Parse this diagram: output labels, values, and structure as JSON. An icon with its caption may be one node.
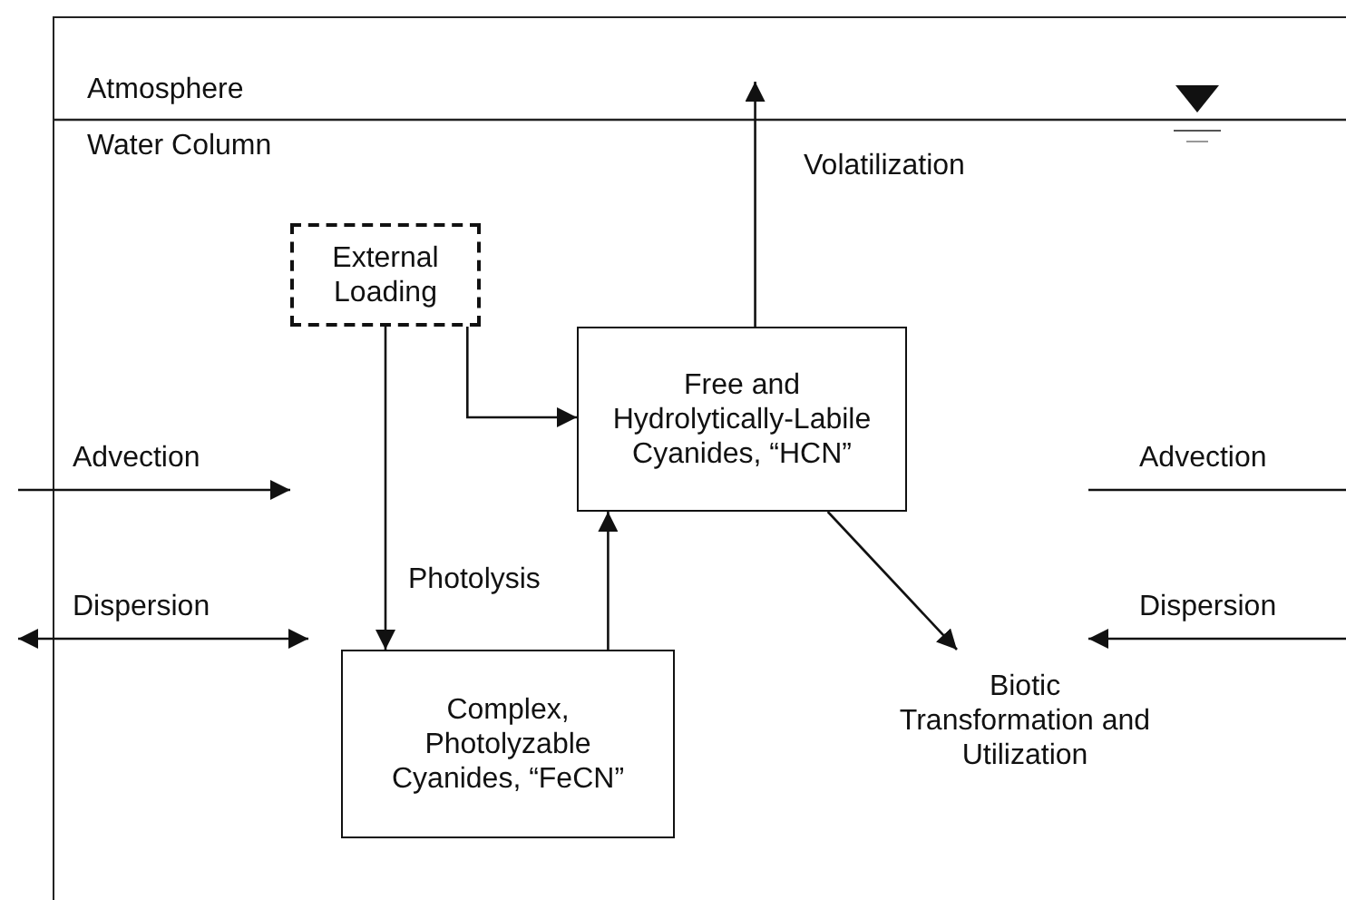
{
  "diagram": {
    "nodes": [
      {
        "text": [
          "External Loading"
        ]
      },
      {
        "text": [
          "Free and Hydrolytically-Labile Cyanides, “HCN”"
        ]
      },
      {
        "text": [
          "Complex, Photolyzable Cyanides, “FeCN”"
        ]
      },
      {
        "text": [
          "Biotic Transformation and Utilization"
        ]
      }
    ],
    "edges": [
      {
        "from": 0,
        "to": 2,
        "arrow": "to"
      },
      {
        "from": 0,
        "to": 1,
        "arrow": "to"
      },
      {
        "from": 2,
        "to": 1,
        "arrow": "to"
      },
      {
        "from": 1,
        "to": null,
        "arrow": "to"
      },
      {
        "from": 1,
        "to": 3,
        "arrow": "to"
      }
    ],
    "labels": [
      "Atmosphere",
      "Water Column",
      "Volatilization",
      "Advection",
      "Advection",
      "Photolysis",
      "Dispersion",
      "Dispersion"
    ]
  }
}
